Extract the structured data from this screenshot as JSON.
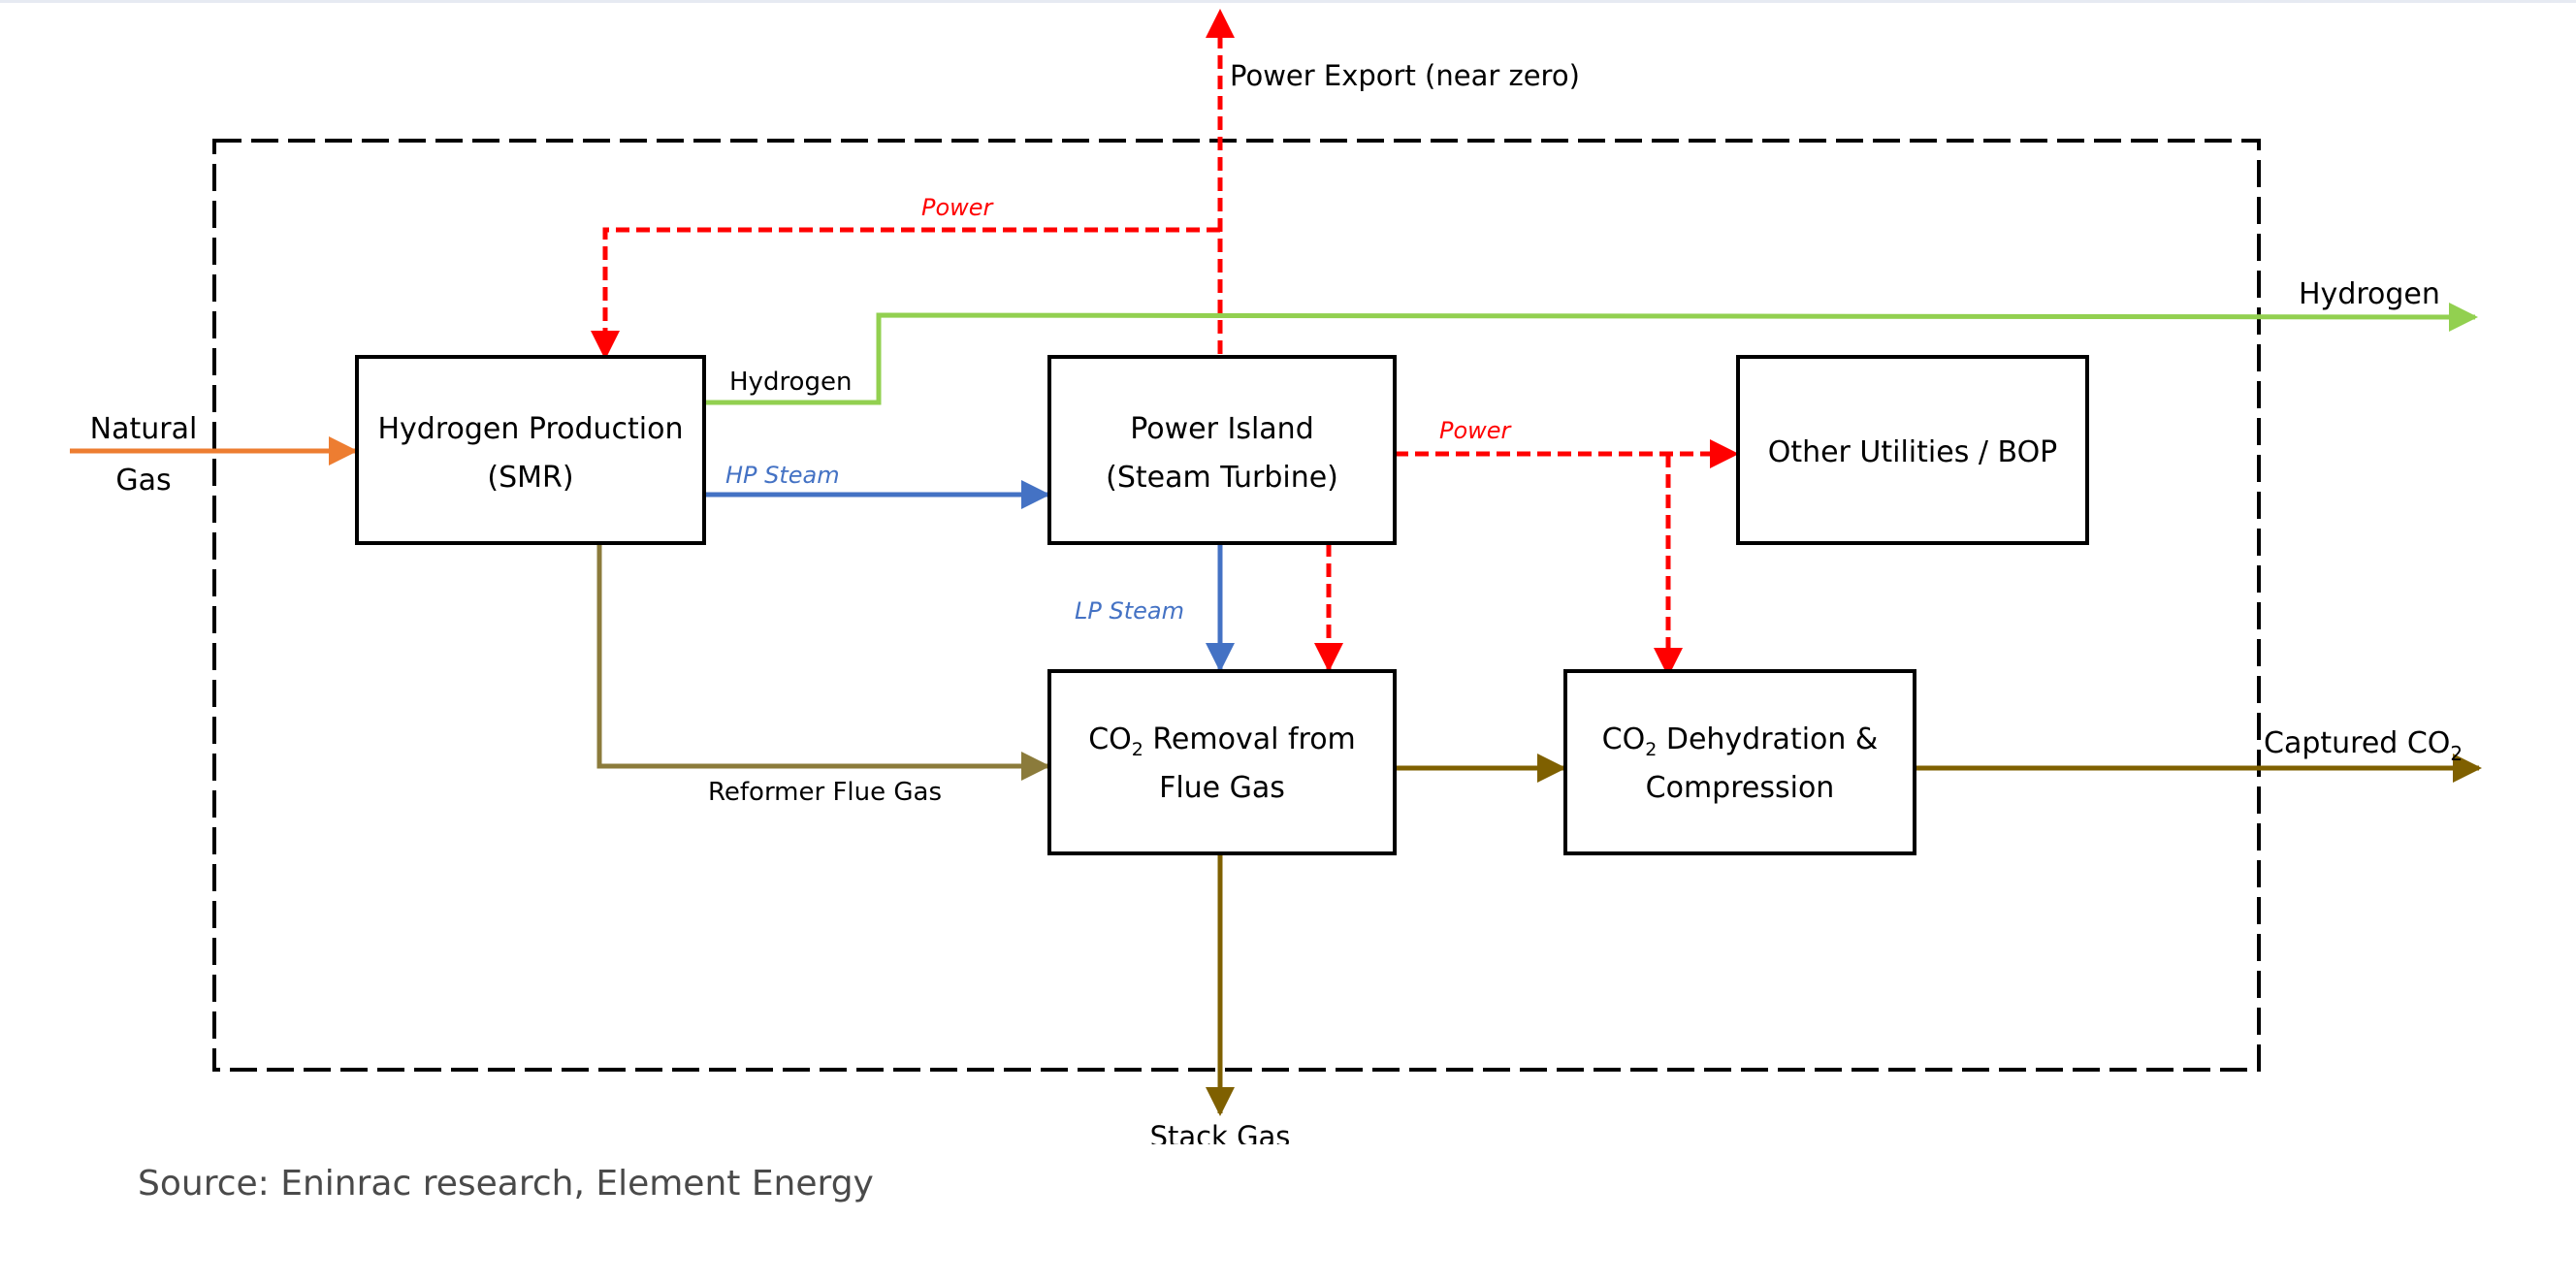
{
  "diagram": {
    "nodes": {
      "hydrogen_production": {
        "line1": "Hydrogen Production",
        "line2": "(SMR)"
      },
      "power_island": {
        "line1": "Power Island",
        "line2": "(Steam Turbine)"
      },
      "other_utilities": {
        "line1": "Other Utilities / BOP"
      },
      "co2_removal": {
        "line1_prefix": "CO",
        "line1_sub": "2",
        "line1_suffix": " Removal from",
        "line2": "Flue Gas"
      },
      "co2_dehydration": {
        "line1_prefix": "CO",
        "line1_sub": "2",
        "line1_suffix": " Dehydration &",
        "line2": "Compression"
      }
    },
    "labels": {
      "natural_gas_line1": "Natural",
      "natural_gas_line2": "Gas",
      "power_export": "Power Export (near zero)",
      "power_top": "Power",
      "hydrogen_inner": "Hydrogen",
      "hydrogen_outer": "Hydrogen",
      "hp_steam": "HP Steam",
      "power_right": "Power",
      "lp_steam": "LP Steam",
      "reformer_flue_gas": "Reformer Flue Gas",
      "captured_co2_prefix": "Captured CO",
      "captured_co2_sub": "2",
      "stack_gas": "Stack Gas"
    },
    "colors": {
      "natural_gas": "#ed7d31",
      "hydrogen": "#92d050",
      "steam": "#4472c4",
      "power": "#ff0000",
      "co2_flow": "#7f6000",
      "flue_gas": "#8b7b3b",
      "boundary": "#000000"
    }
  },
  "source": "Source: Eninrac research, Element Energy"
}
